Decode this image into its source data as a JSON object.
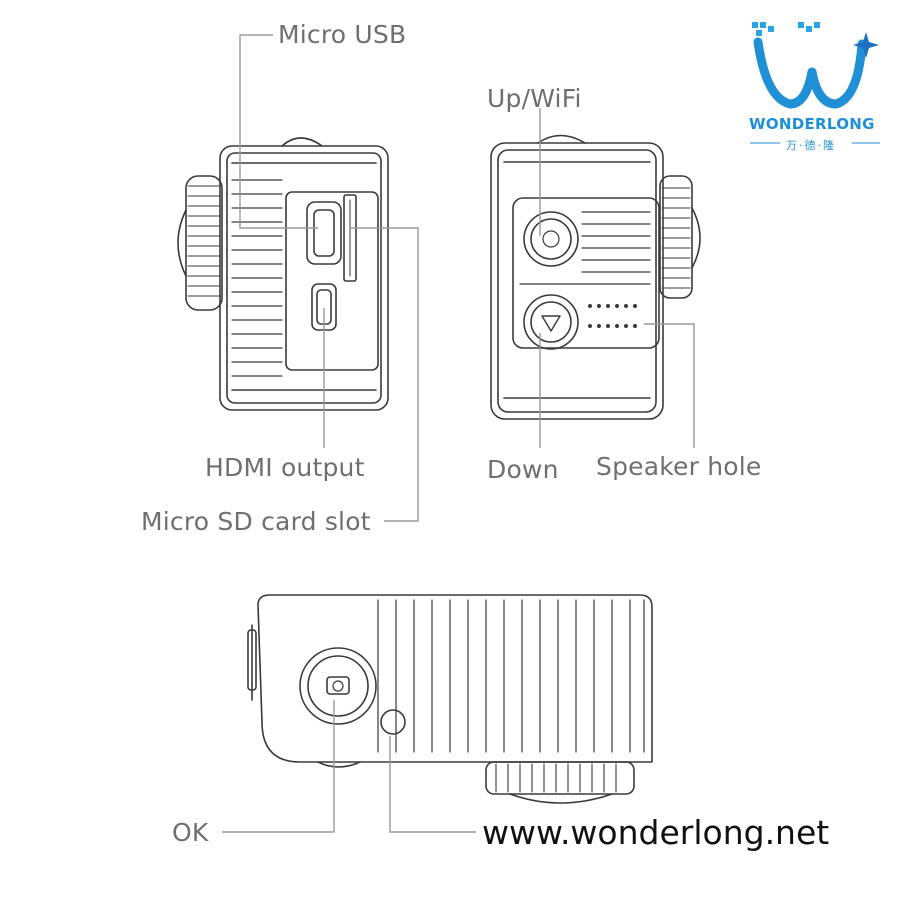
{
  "brand": {
    "name": "WONDERLONG",
    "chinese_name": "万·德·隆",
    "primary_color": "#1f8fd6",
    "logo_icon": "w-letter-star-logo"
  },
  "watermark": "www.wonderlong.net",
  "callouts": {
    "micro_usb": "Micro USB",
    "hdmi_output": "HDMI output",
    "micro_sd_card_slot": "Micro SD card slot",
    "up_wifi": "Up/WiFi",
    "down": "Down",
    "speaker_hole": "Speaker hole",
    "ok": "OK"
  },
  "colors": {
    "line": "#3a3a3a",
    "leader": "#9a9a9a",
    "label": "#6f6f6f"
  }
}
